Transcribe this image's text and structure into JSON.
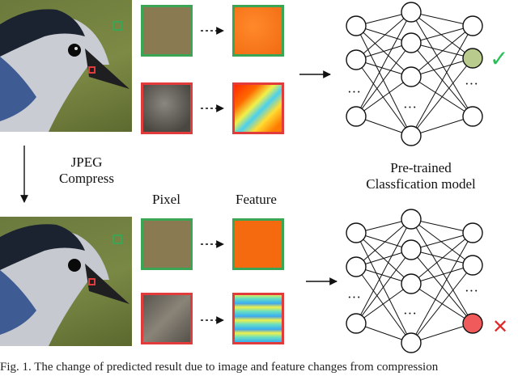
{
  "labels": {
    "jpeg_line1": "JPEG",
    "jpeg_line2": "Compress",
    "pixel": "Pixel",
    "feature": "Feature",
    "model_line1": "Pre-trained",
    "model_line2": "Classfication model",
    "dots": "···"
  },
  "marks": {
    "check": "✓",
    "cross": "✕"
  },
  "caption": "Fig. 1.  The change of predicted result due to image and feature changes from compression",
  "colors": {
    "green": "#3aa655",
    "red": "#e23b3b",
    "correct_node": "#b9cc8e",
    "wrong_node": "#f05a5a",
    "check_color": "#2bbf5a",
    "cross_color": "#e02a2a"
  }
}
